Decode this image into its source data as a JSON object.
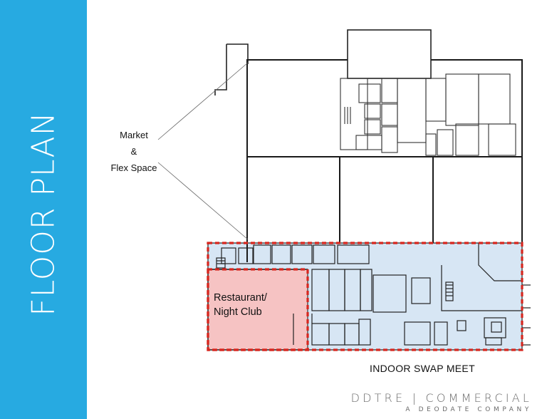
{
  "page": {
    "title": "FLOOR PLAN"
  },
  "labels": {
    "market": "Market\n&\nFlex Space",
    "restaurant": "Restaurant/\nNight Club",
    "swap_meet": "INDOOR SWAP MEET"
  },
  "brand": {
    "name": "DDTRE | COMMERCIAL",
    "tagline": "A DEODATE COMPANY"
  },
  "colors": {
    "sidebar": "#27aae1",
    "restaurant_fill": "#f6c3c3",
    "swap_meet_fill": "#d7e6f4",
    "boundary_dash": "#d7261e"
  }
}
